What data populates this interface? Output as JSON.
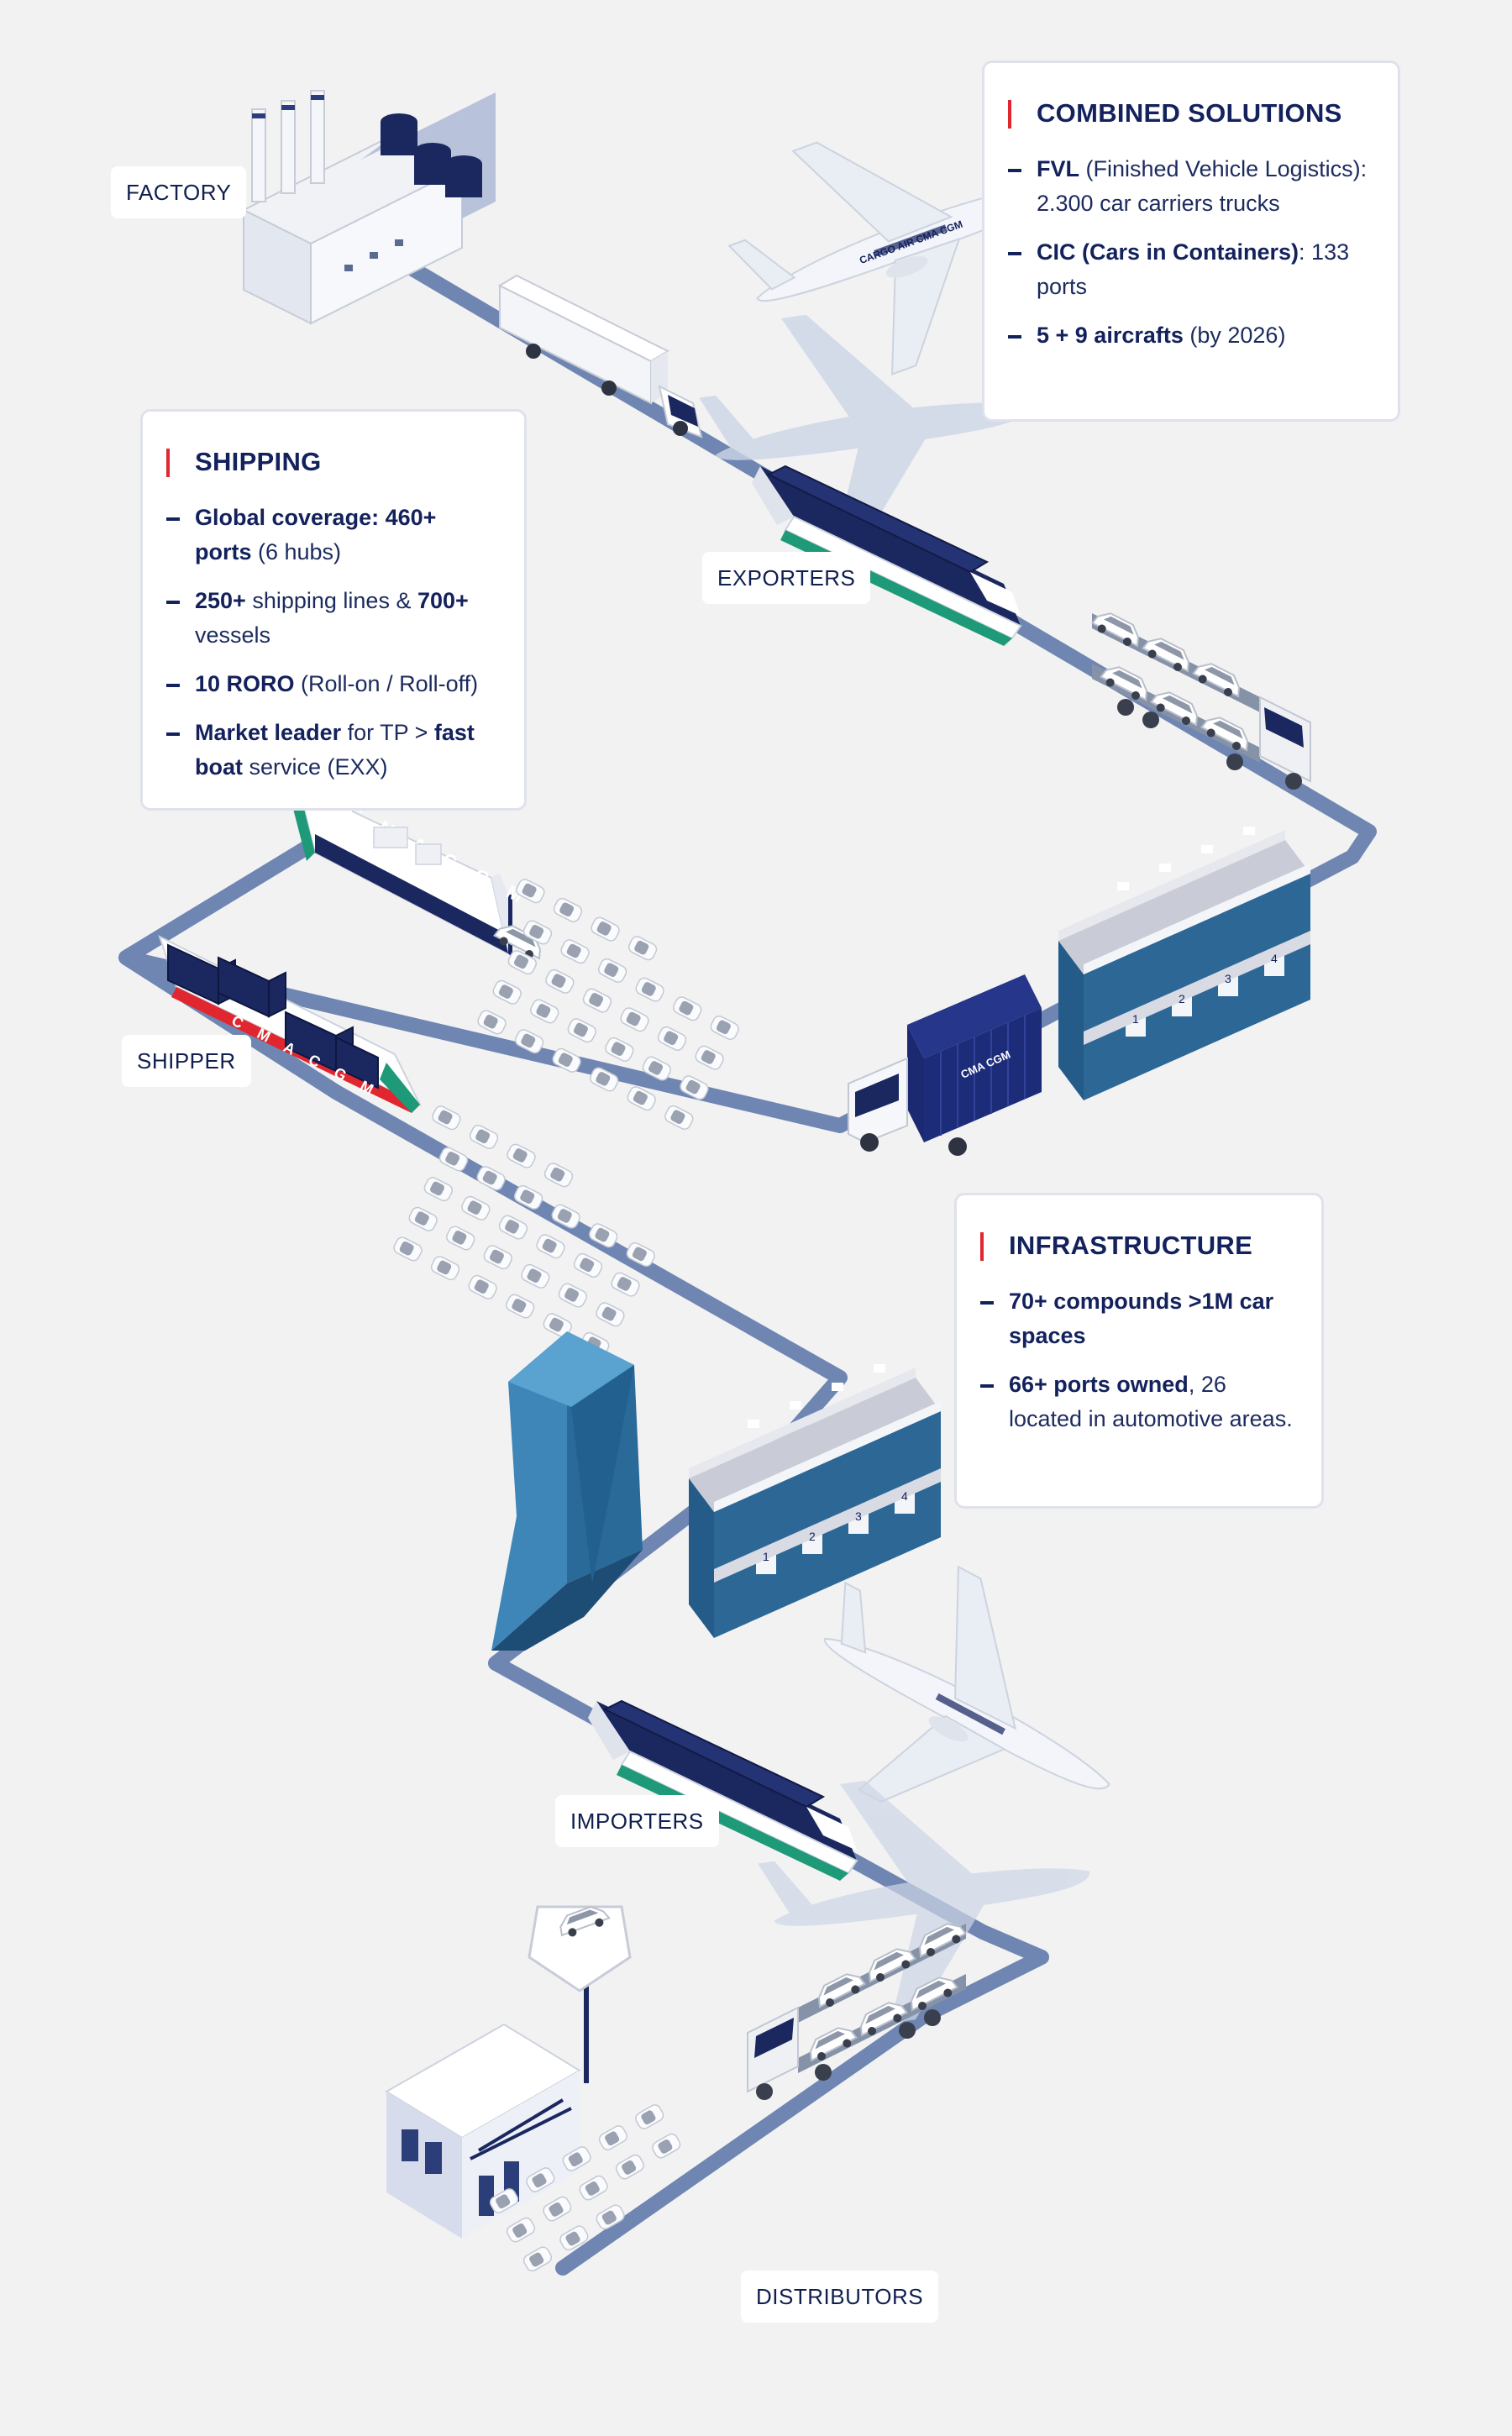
{
  "labels": {
    "factory": "FACTORY",
    "exporters": "EXPORTERS",
    "shipper": "SHIPPER",
    "importers": "IMPORTERS",
    "distributors": "DISTRIBUTORS"
  },
  "combined_solutions": {
    "title": "COMBINED SOLUTIONS",
    "items": [
      {
        "bold": "FVL",
        "rest": " (Finished Vehicle Logistics): 2.300 car carriers trucks"
      },
      {
        "bold": "CIC (Cars in Containers)",
        "rest": ": 133 ports"
      },
      {
        "bold": "5 + 9 aircrafts",
        "rest": " (by 2026)"
      }
    ]
  },
  "shipping": {
    "title": "SHIPPING",
    "items": [
      {
        "b1": "Global coverage: 460+ ports",
        "t1": " (6 hubs)",
        "b2": "",
        "t2": ""
      },
      {
        "b1": "250+",
        "t1": " shipping lines & ",
        "b2": "700+",
        "t2": " vessels"
      },
      {
        "b1": "10 RORO",
        "t1": " (Roll-on / Roll-off)",
        "b2": "",
        "t2": ""
      },
      {
        "b1": "Market leader",
        "t1": " for TP > ",
        "b2": "fast boat",
        "t2": " service (EXX)"
      }
    ]
  },
  "infrastructure": {
    "title": "INFRASTRUCTURE",
    "items": [
      {
        "bold": "70+ compounds  >1M car spaces",
        "rest": ""
      },
      {
        "bold": "66+ ports owned",
        "rest": ", 26 located in automotive areas."
      }
    ]
  },
  "ship_hull_text": "C M A   C G M",
  "container_logo": "CMA CGM",
  "aircraft_livery": "CARGO AIR CMA CGM",
  "warehouse_doors": [
    "1",
    "2",
    "3",
    "4"
  ],
  "colors": {
    "navy": "#13215c",
    "accent_red": "#e0262f",
    "route": "#6f86b2",
    "building_blue": "#2d6796",
    "teal": "#1e9a78"
  }
}
